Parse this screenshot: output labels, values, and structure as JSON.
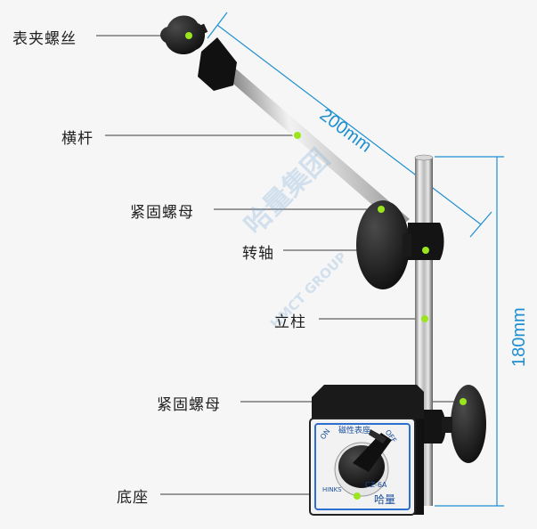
{
  "labels": {
    "indicator_clamp_screw": "表夹螺丝",
    "cross_bar": "横杆",
    "locking_nut_top": "紧固螺母",
    "rotating_shaft": "转轴",
    "column": "立柱",
    "locking_nut_bottom": "紧固螺母",
    "base": "底座"
  },
  "dimensions": {
    "arm_length": "200mm",
    "column_height": "180mm"
  },
  "base_plate": {
    "title": "磁性表座",
    "on": "ON",
    "off": "OFF",
    "model": "CZ-6A",
    "brand_left": "HINKS",
    "brand_right": "哈量"
  },
  "watermark": {
    "cn": "哈量集团",
    "en": "HMCT GROUP"
  },
  "colors": {
    "dimension": "#1e8fd0",
    "marker_dot": "#9be51e",
    "label_text": "#1f1f1f"
  }
}
